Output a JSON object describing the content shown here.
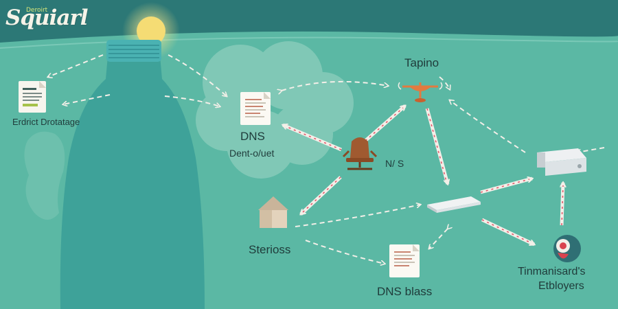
{
  "brand": {
    "wordmark": "Squiarl",
    "tagline": "Deroirt"
  },
  "labels": {
    "doc_topleft": "Erdrict Drotatage",
    "dns": "DNS",
    "dns_sub": "Dent-o/uet",
    "tapino": "Tapino",
    "ns": "N/ S",
    "sterioss": "Sterioss",
    "dns_blass": "DNS blass",
    "users_line1": "Tinmanisard's",
    "users_line2": "Etbloyers"
  },
  "icons": [
    "document-icon",
    "document-icon",
    "scale-icon",
    "chair-icon",
    "house-icon",
    "server-icon",
    "router-icon",
    "person-icon",
    "document-icon",
    "bottle-icon",
    "sun-icon"
  ],
  "colors": {
    "background": "#5bb8a4",
    "top_band": "#2c7876",
    "bottle": "#3a9d98",
    "arrow": "#f3efe8",
    "arrow_accent": "#e0596b"
  }
}
